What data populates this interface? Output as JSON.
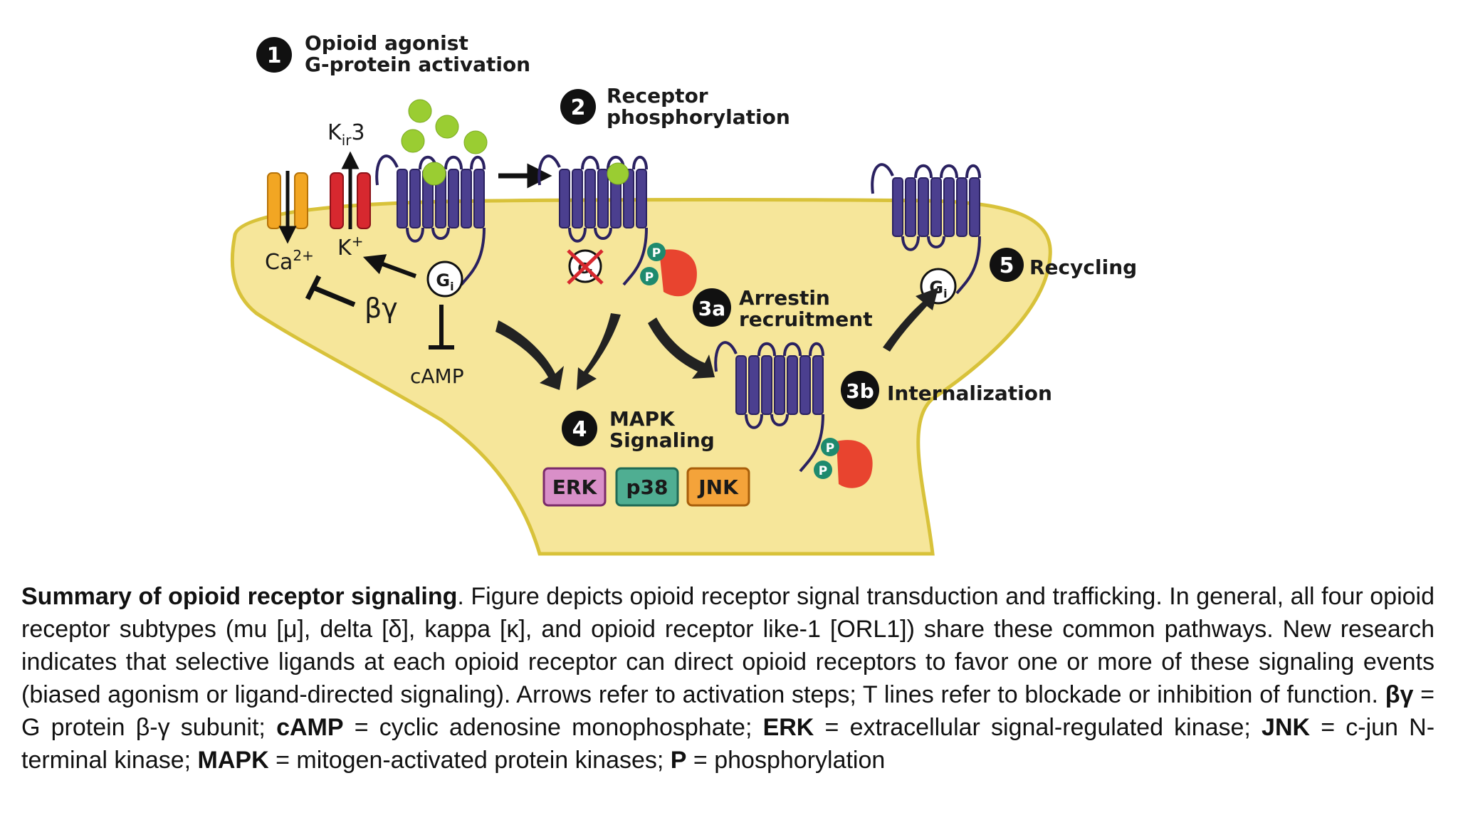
{
  "figure": {
    "colors": {
      "cell": "#f6e69a",
      "cell_edge": "#d8c23a",
      "receptor": "#4b3f8f",
      "receptor_edge": "#2a2160",
      "agonist": "#9acd32",
      "arrestin": "#e8442f",
      "phospho": "#1e8a6e",
      "ca_channel": "#f2a623",
      "k_channel": "#d7282f",
      "erk": "#d98fc8",
      "p38": "#4fae92",
      "jnk": "#f4a33a"
    },
    "steps": [
      {
        "badge": "1",
        "line1": "Opioid agonist",
        "line2": "G-protein activation"
      },
      {
        "badge": "2",
        "line1": "Receptor",
        "line2": "phosphorylation"
      },
      {
        "badge": "3a",
        "line1": "Arrestin",
        "line2": "recruitment"
      },
      {
        "badge": "3b",
        "line1": "Internalization",
        "line2": ""
      },
      {
        "badge": "4",
        "line1": "MAPK",
        "line2": "Signaling"
      },
      {
        "badge": "5",
        "line1": "Recycling",
        "line2": ""
      }
    ],
    "labels": {
      "kir3_main": "K",
      "kir3_sub": "ir",
      "kir3_tail": "3",
      "ca_main": "Ca",
      "ca_sup": "2+",
      "k_main": "K",
      "k_sup": "+",
      "beta_gamma": "βγ",
      "camp": "cAMP",
      "gi_main": "G",
      "gi_sub": "i",
      "phospho": "P"
    },
    "kinases": [
      {
        "label": "ERK",
        "color": "#d98fc8"
      },
      {
        "label": "p38",
        "color": "#4fae92"
      },
      {
        "label": "JNK",
        "color": "#f4a33a"
      }
    ]
  },
  "caption": {
    "title": "Summary of opioid receptor signaling",
    "seg1": ". Figure depicts opioid receptor signal transduction and trafficking. In general, all four opioid receptor subtypes (mu [μ], delta [δ], kappa [κ], and opioid receptor like-1 [ORL1]) share these common pathways. New research indicates that selective ligands at each opioid receptor can direct opioid receptors to favor one or more of these signaling events (biased agonism or ligand-directed signaling). Arrows refer to activation steps; T lines refer to blockade or inhibition of function. ",
    "t1": "βγ",
    "d1": " = G protein β-γ subunit; ",
    "t2": "cAMP",
    "d2": " = cyclic adenosine monophosphate; ",
    "t3": "ERK",
    "d3": " = extracellular signal-regulated kinase; ",
    "t4": "JNK",
    "d4": " = c-jun N-terminal kinase; ",
    "t5": "MAPK",
    "d5": " = mitogen-activated protein kinases; ",
    "t6": "P",
    "d6": " = phosphorylation"
  }
}
